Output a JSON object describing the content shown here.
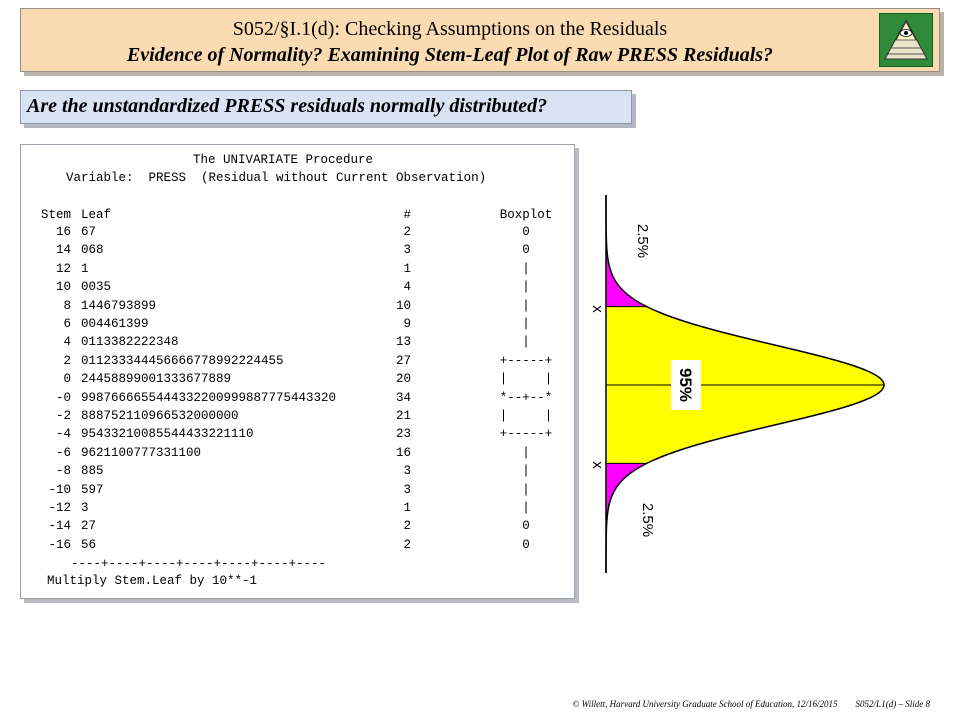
{
  "header": {
    "title": "S052/§I.1(d): Checking Assumptions on the Residuals",
    "subtitle": "Evidence of Normality? Examining Stem-Leaf Plot of Raw PRESS Residuals?"
  },
  "question": "Are the unstandardized PRESS residuals normally distributed?",
  "sas_output": {
    "procedure": "The UNIVARIATE Procedure",
    "variable_line": "Variable:  PRESS  (Residual without Current Observation)",
    "col_stem": "Stem",
    "col_leaf": "Leaf",
    "col_count": "#",
    "col_boxplot": "Boxplot",
    "rows": [
      {
        "stem": "16",
        "leaf": "67",
        "count": "2",
        "box": "0"
      },
      {
        "stem": "14",
        "leaf": "068",
        "count": "3",
        "box": "0"
      },
      {
        "stem": "12",
        "leaf": "1",
        "count": "1",
        "box": "|"
      },
      {
        "stem": "10",
        "leaf": "0035",
        "count": "4",
        "box": "|"
      },
      {
        "stem": "8",
        "leaf": "1446793899",
        "count": "10",
        "box": "|"
      },
      {
        "stem": "6",
        "leaf": "004461399",
        "count": "9",
        "box": "|"
      },
      {
        "stem": "4",
        "leaf": "0113382222348",
        "count": "13",
        "box": "|"
      },
      {
        "stem": "2",
        "leaf": "011233344456666778992224455",
        "count": "27",
        "box": "+-----+"
      },
      {
        "stem": "0",
        "leaf": "24458899001333677889",
        "count": "20",
        "box": "|     |"
      },
      {
        "stem": "-0",
        "leaf": "9987666655444332200999887775443320",
        "count": "34",
        "box": "*--+--*"
      },
      {
        "stem": "-2",
        "leaf": "888752110966532000000",
        "count": "21",
        "box": "|     |"
      },
      {
        "stem": "-4",
        "leaf": "95433210085544433221110",
        "count": "23",
        "box": "+-----+"
      },
      {
        "stem": "-6",
        "leaf": "9621100777331100",
        "count": "16",
        "box": "|"
      },
      {
        "stem": "-8",
        "leaf": "885",
        "count": "3",
        "box": "|"
      },
      {
        "stem": "-10",
        "leaf": "597",
        "count": "3",
        "box": "|"
      },
      {
        "stem": "-12",
        "leaf": "3",
        "count": "1",
        "box": "|"
      },
      {
        "stem": "-14",
        "leaf": "27",
        "count": "2",
        "box": "0"
      },
      {
        "stem": "-16",
        "leaf": "56",
        "count": "2",
        "box": "0"
      }
    ],
    "rule": "----+----+----+----+----+----+----",
    "multiply_note": "Multiply Stem.Leaf by 10**-1"
  },
  "normal_diagram": {
    "top_tail": "2.5%",
    "center": "95%",
    "bottom_tail": "2.5%",
    "marker_top": "x",
    "marker_bottom": "x",
    "colors": {
      "center": "#ffff00",
      "tails": "#ff00ff"
    }
  },
  "footer": {
    "credit": "© Willett, Harvard University Graduate School of Education, 12/16/2015",
    "slide": "S052/I.1(d) – Slide 8"
  }
}
